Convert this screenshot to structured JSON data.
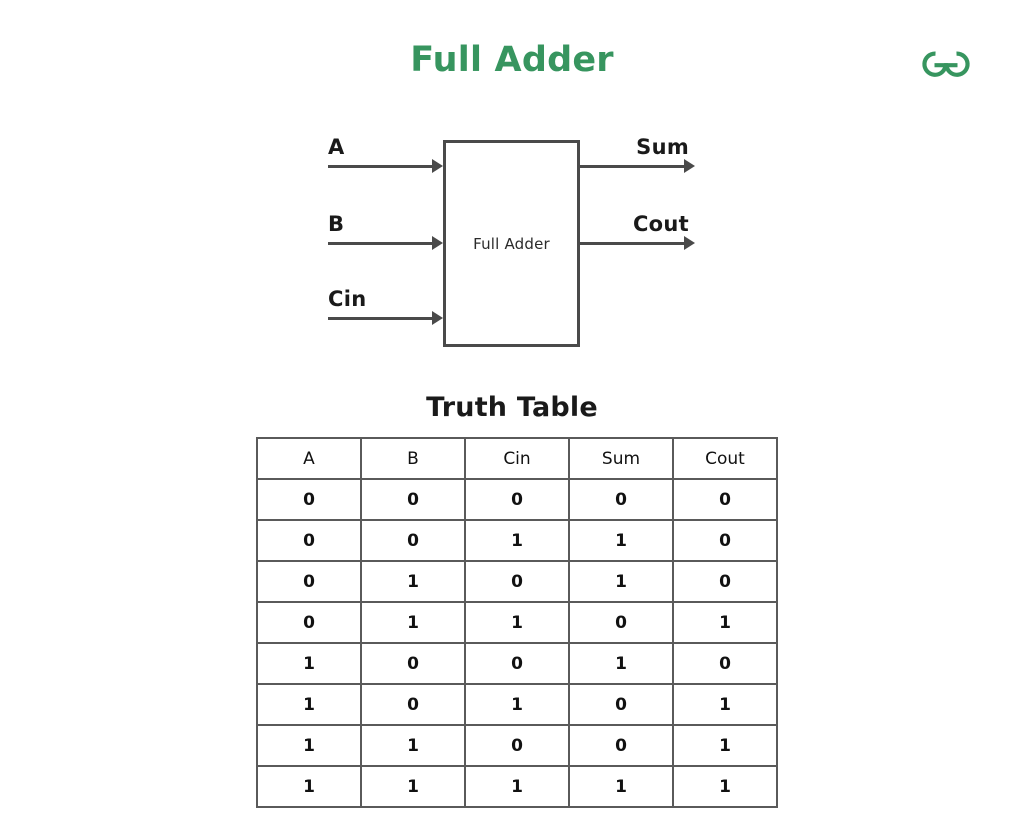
{
  "page": {
    "title": "Full Adder",
    "title_color": "#37955F",
    "background": "#ffffff",
    "line_color": "#4a4a4a",
    "text_color": "#1a1a1a"
  },
  "brand": {
    "logo_name": "geeksforgeeks-logo",
    "color": "#37955F"
  },
  "diagram": {
    "block_label": "Full Adder",
    "inputs": [
      {
        "label": "A",
        "name": "input-a"
      },
      {
        "label": "B",
        "name": "input-b"
      },
      {
        "label": "Cin",
        "name": "input-cin"
      }
    ],
    "outputs": [
      {
        "label": "Sum",
        "name": "output-sum"
      },
      {
        "label": "Cout",
        "name": "output-cout"
      }
    ]
  },
  "truth_table": {
    "heading": "Truth Table",
    "columns": [
      "A",
      "B",
      "Cin",
      "Sum",
      "Cout"
    ],
    "rows": [
      [
        "0",
        "0",
        "0",
        "0",
        "0"
      ],
      [
        "0",
        "0",
        "1",
        "1",
        "0"
      ],
      [
        "0",
        "1",
        "0",
        "1",
        "0"
      ],
      [
        "0",
        "1",
        "1",
        "0",
        "1"
      ],
      [
        "1",
        "0",
        "0",
        "1",
        "0"
      ],
      [
        "1",
        "0",
        "1",
        "0",
        "1"
      ],
      [
        "1",
        "1",
        "0",
        "0",
        "1"
      ],
      [
        "1",
        "1",
        "1",
        "1",
        "1"
      ]
    ]
  }
}
